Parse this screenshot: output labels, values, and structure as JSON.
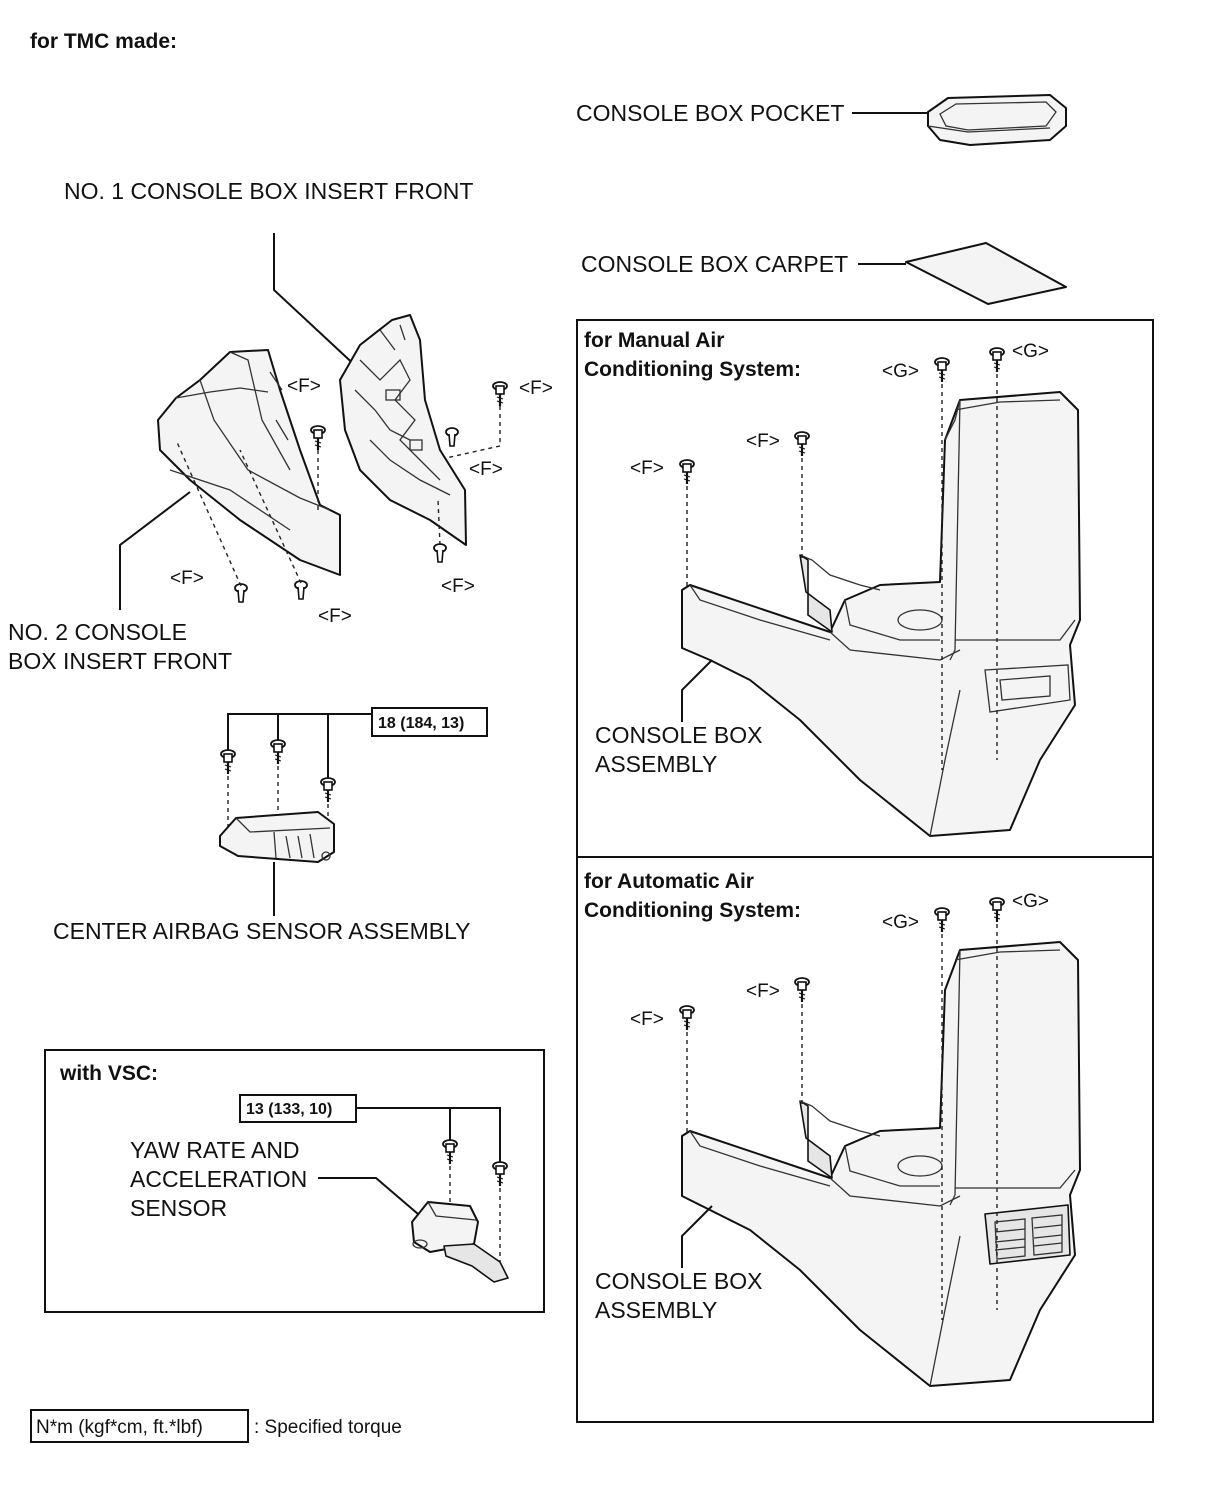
{
  "header": {
    "title": "for TMC made:"
  },
  "labels": {
    "console_box_pocket": "CONSOLE BOX POCKET",
    "no1_insert": "NO. 1 CONSOLE BOX INSERT FRONT",
    "console_box_carpet": "CONSOLE BOX CARPET",
    "no2_insert_line1": "NO. 2 CONSOLE",
    "no2_insert_line2": "BOX INSERT FRONT",
    "center_airbag": "CENTER AIRBAG SENSOR ASSEMBLY",
    "console_box_assembly_line1": "CONSOLE BOX",
    "console_box_assembly_line2": "ASSEMBLY",
    "yaw_line1": "YAW RATE AND",
    "yaw_line2": "ACCELERATION",
    "yaw_line3": "SENSOR"
  },
  "fasteners": {
    "f": "<F>",
    "g": "<G>"
  },
  "torques": {
    "airbag": "18 (184, 13)",
    "yaw": "13 (133, 10)"
  },
  "panels": {
    "manual_line1": "for Manual Air",
    "manual_line2": "Conditioning System:",
    "auto_line1": "for Automatic Air",
    "auto_line2": "Conditioning System:",
    "vsc": "with VSC:"
  },
  "legend": {
    "unit": "N*m (kgf*cm, ft.*lbf)",
    "text": ": Specified torque"
  }
}
